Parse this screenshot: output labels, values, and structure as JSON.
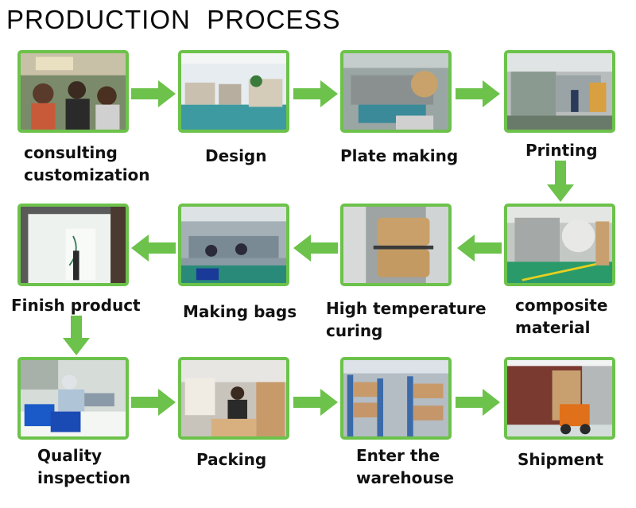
{
  "title": "PRODUCTION  PROCESS",
  "accent_color": "#6cc24a",
  "steps": [
    {
      "line1": "consulting",
      "line2": "customization"
    },
    {
      "line1": "Design"
    },
    {
      "line1": "Plate making"
    },
    {
      "line1": "Printing"
    },
    {
      "line1": "composite",
      "line2": "material"
    },
    {
      "line1": "High temperature",
      "line2": "curing"
    },
    {
      "line1": "Making bags"
    },
    {
      "line1": "Finish product"
    },
    {
      "line1": "Quality",
      "line2": "inspection"
    },
    {
      "line1": "Packing"
    },
    {
      "line1": "Enter the",
      "line2": "warehouse"
    },
    {
      "line1": "Shipment"
    }
  ]
}
